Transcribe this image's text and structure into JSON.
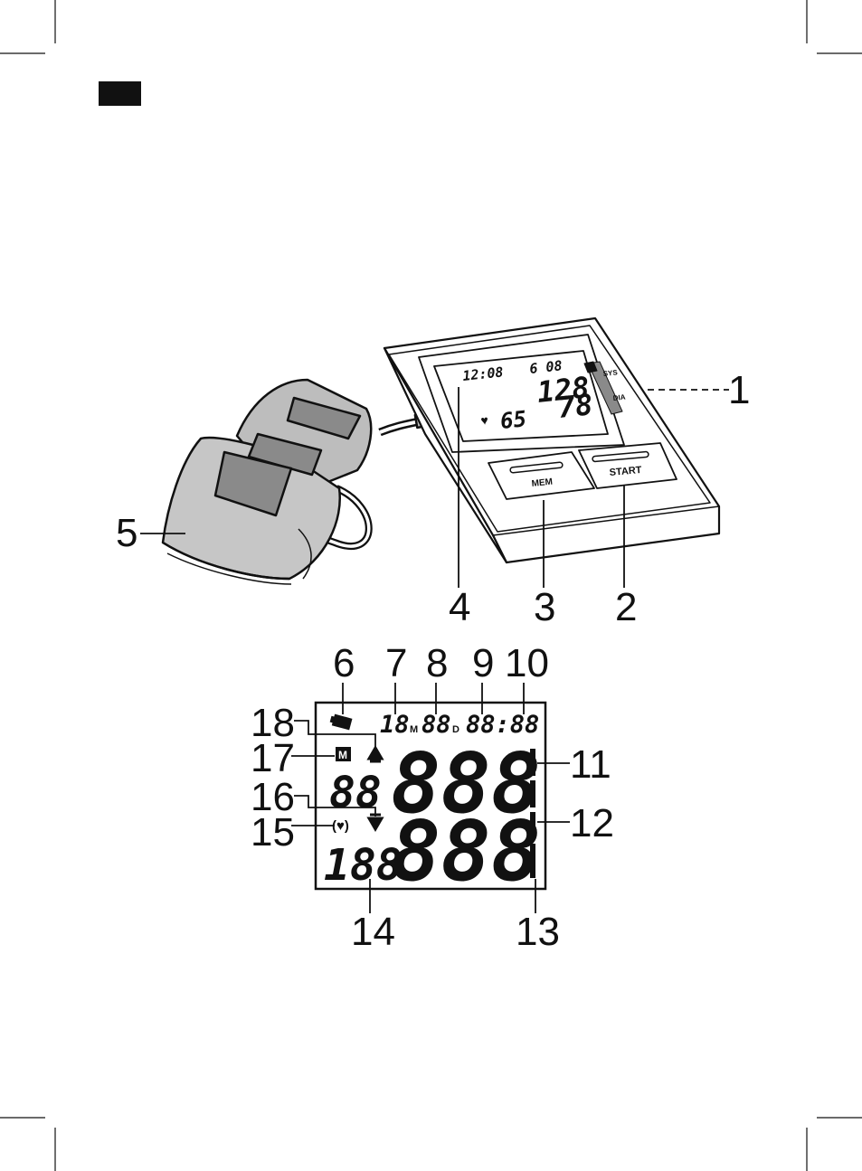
{
  "device": {
    "lcd": {
      "time": "12:08",
      "date": "6 08",
      "sys_value": "128",
      "dia_value": "78",
      "pulse_value": "65",
      "sys_tag": "SYS",
      "dia_tag": "DIA"
    },
    "buttons": {
      "mem_label": "MEM",
      "start_label": "START"
    }
  },
  "display": {
    "month": "18",
    "month_unit": "M",
    "day": "88",
    "day_unit": "D",
    "clock": "88:88",
    "memory_letter": "M",
    "memory_slot": "88",
    "sys_digits": "888",
    "dia_digits": "888",
    "pulse_digits": "188"
  },
  "callouts": [
    "1",
    "2",
    "3",
    "4",
    "5",
    "6",
    "7",
    "8",
    "9",
    "10",
    "11",
    "12",
    "13",
    "14",
    "15",
    "16",
    "17",
    "18"
  ],
  "colors": {
    "ink": "#111111",
    "cuff_light": "#bdbdbd",
    "cuff_dark": "#8a8a8a",
    "tab": "#000000"
  }
}
